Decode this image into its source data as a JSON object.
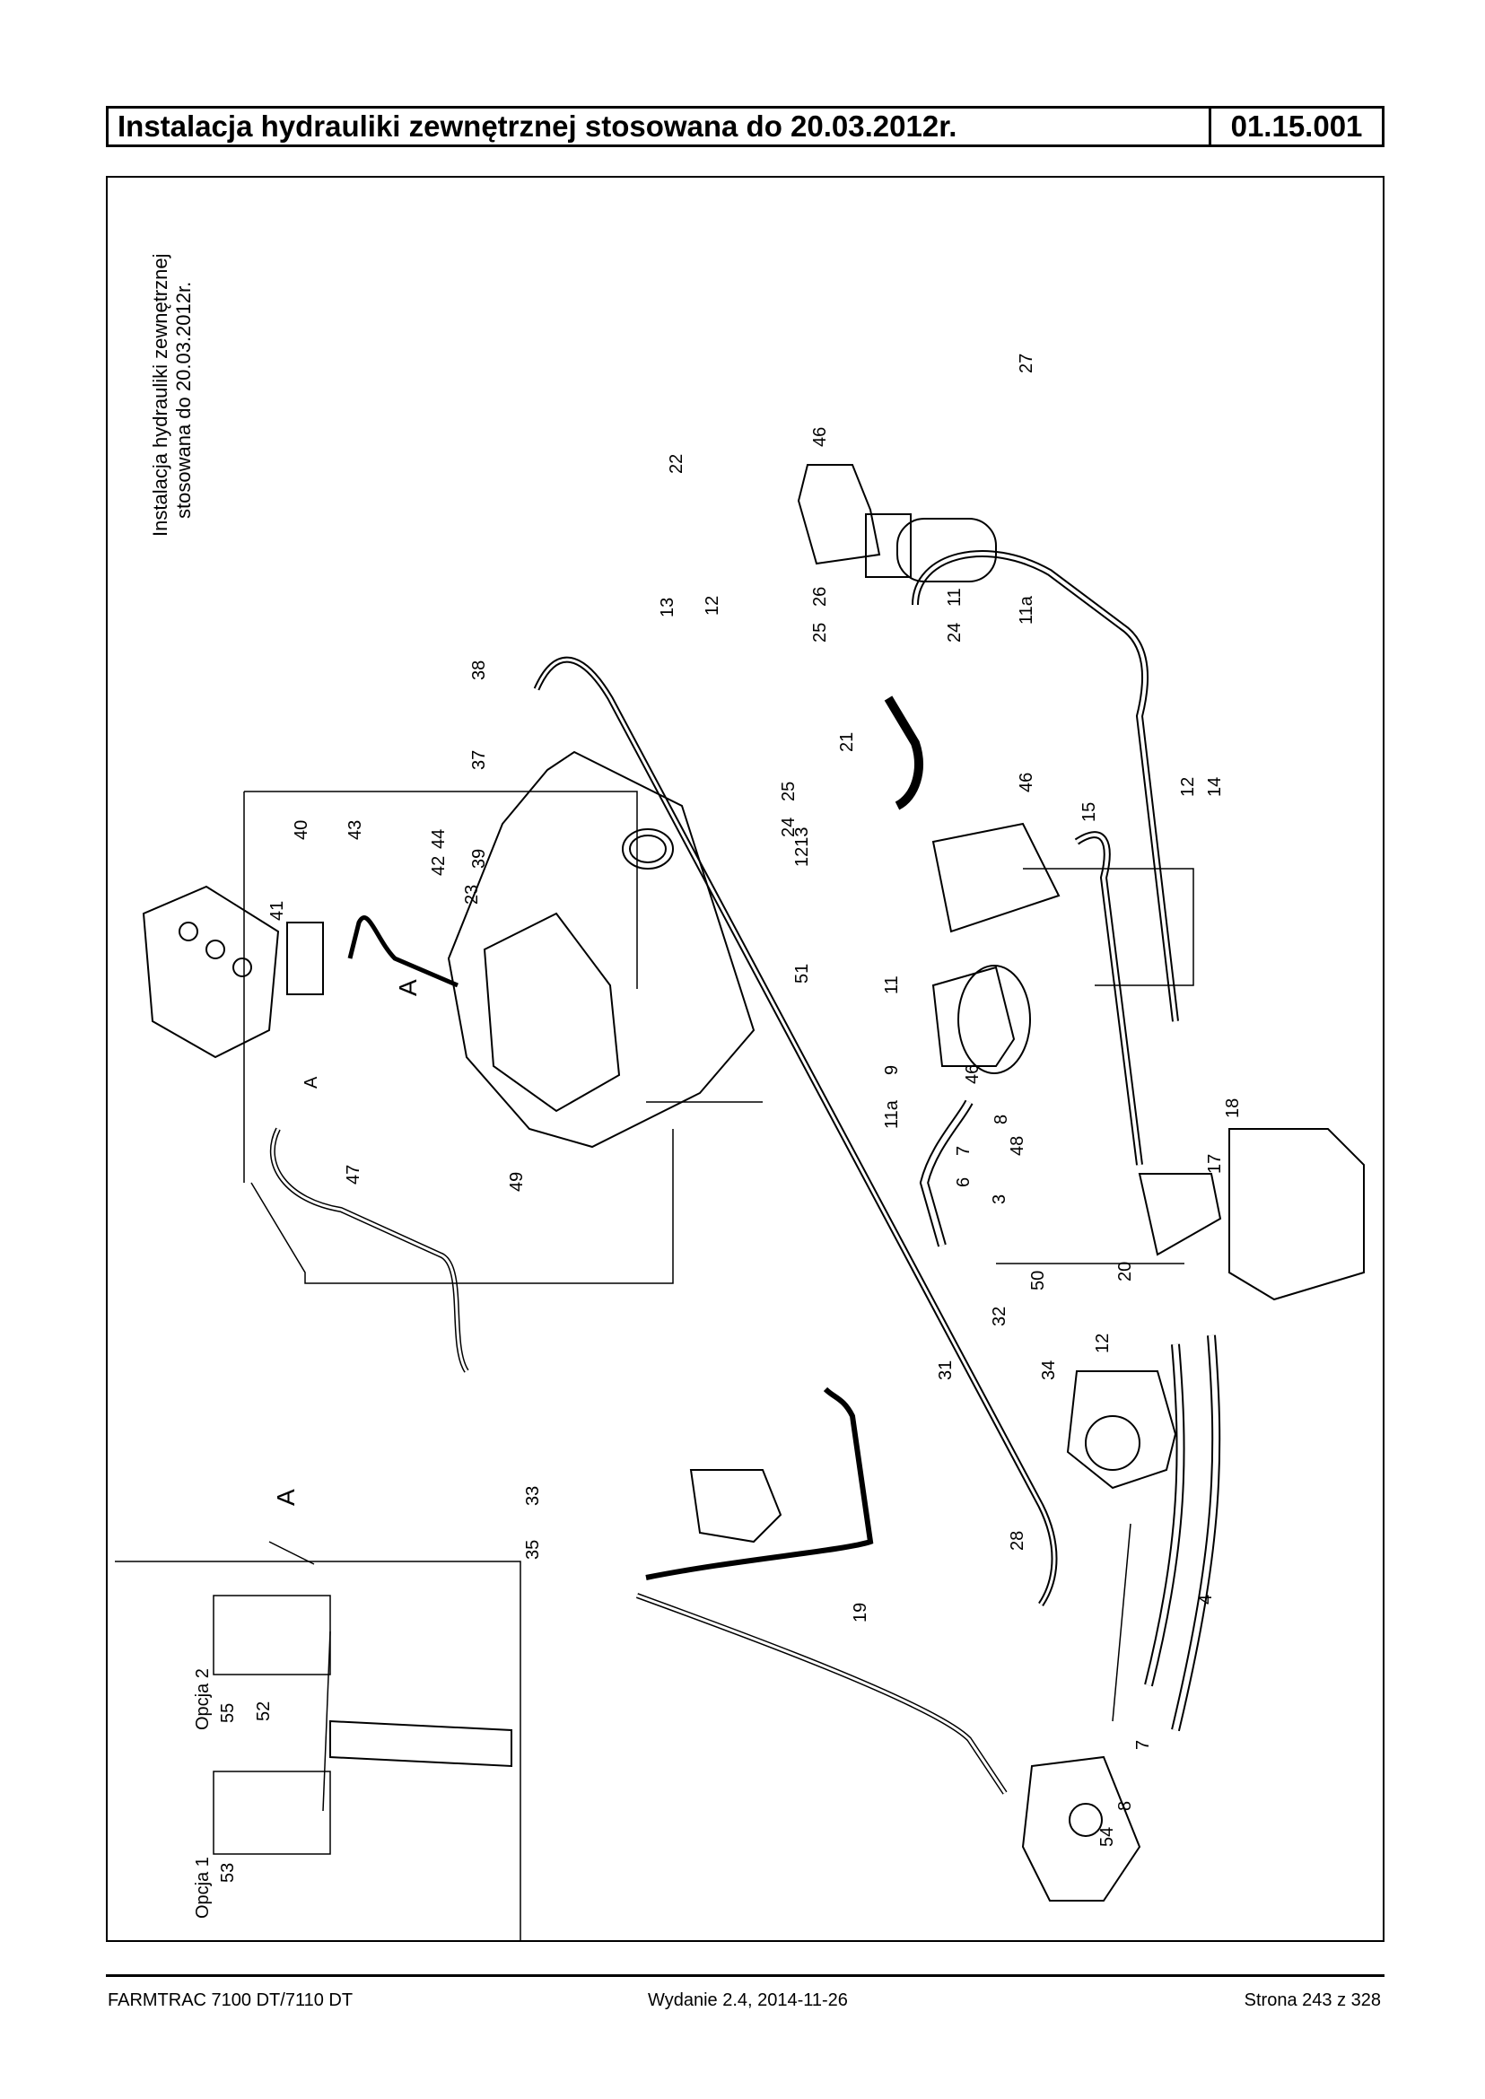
{
  "header": {
    "title": "Instalacja hydrauliki zewnętrznej stosowana do 20.03.2012r.",
    "code": "01.15.001"
  },
  "diagram": {
    "caption_line1": "Instalacja hydrauliki zewnętrznej",
    "caption_line2": "stosowana do 20.03.2012r.",
    "detail_letter": "A",
    "view_letter": "A",
    "option1": "Opcja 1",
    "option2": "Opcja 2",
    "callouts": [
      "22",
      "46",
      "27",
      "13",
      "12",
      "26",
      "11",
      "25",
      "24",
      "11a",
      "21",
      "38",
      "37",
      "25",
      "24",
      "1213",
      "46",
      "15",
      "12",
      "14",
      "40",
      "43",
      "44",
      "42",
      "39",
      "41",
      "23",
      "51",
      "11",
      "9",
      "46",
      "11a",
      "48",
      "A",
      "8",
      "7",
      "6",
      "18",
      "17",
      "3",
      "47",
      "49",
      "50",
      "20",
      "12",
      "32",
      "31",
      "34",
      "33",
      "35",
      "19",
      "28",
      "4",
      "7",
      "8",
      "54",
      "55",
      "52",
      "53"
    ]
  },
  "footer": {
    "left": "FARMTRAC 7100 DT/7110 DT",
    "middle": "Wydanie 2.4,  2014-11-26",
    "right": "Strona 243 z 328"
  }
}
